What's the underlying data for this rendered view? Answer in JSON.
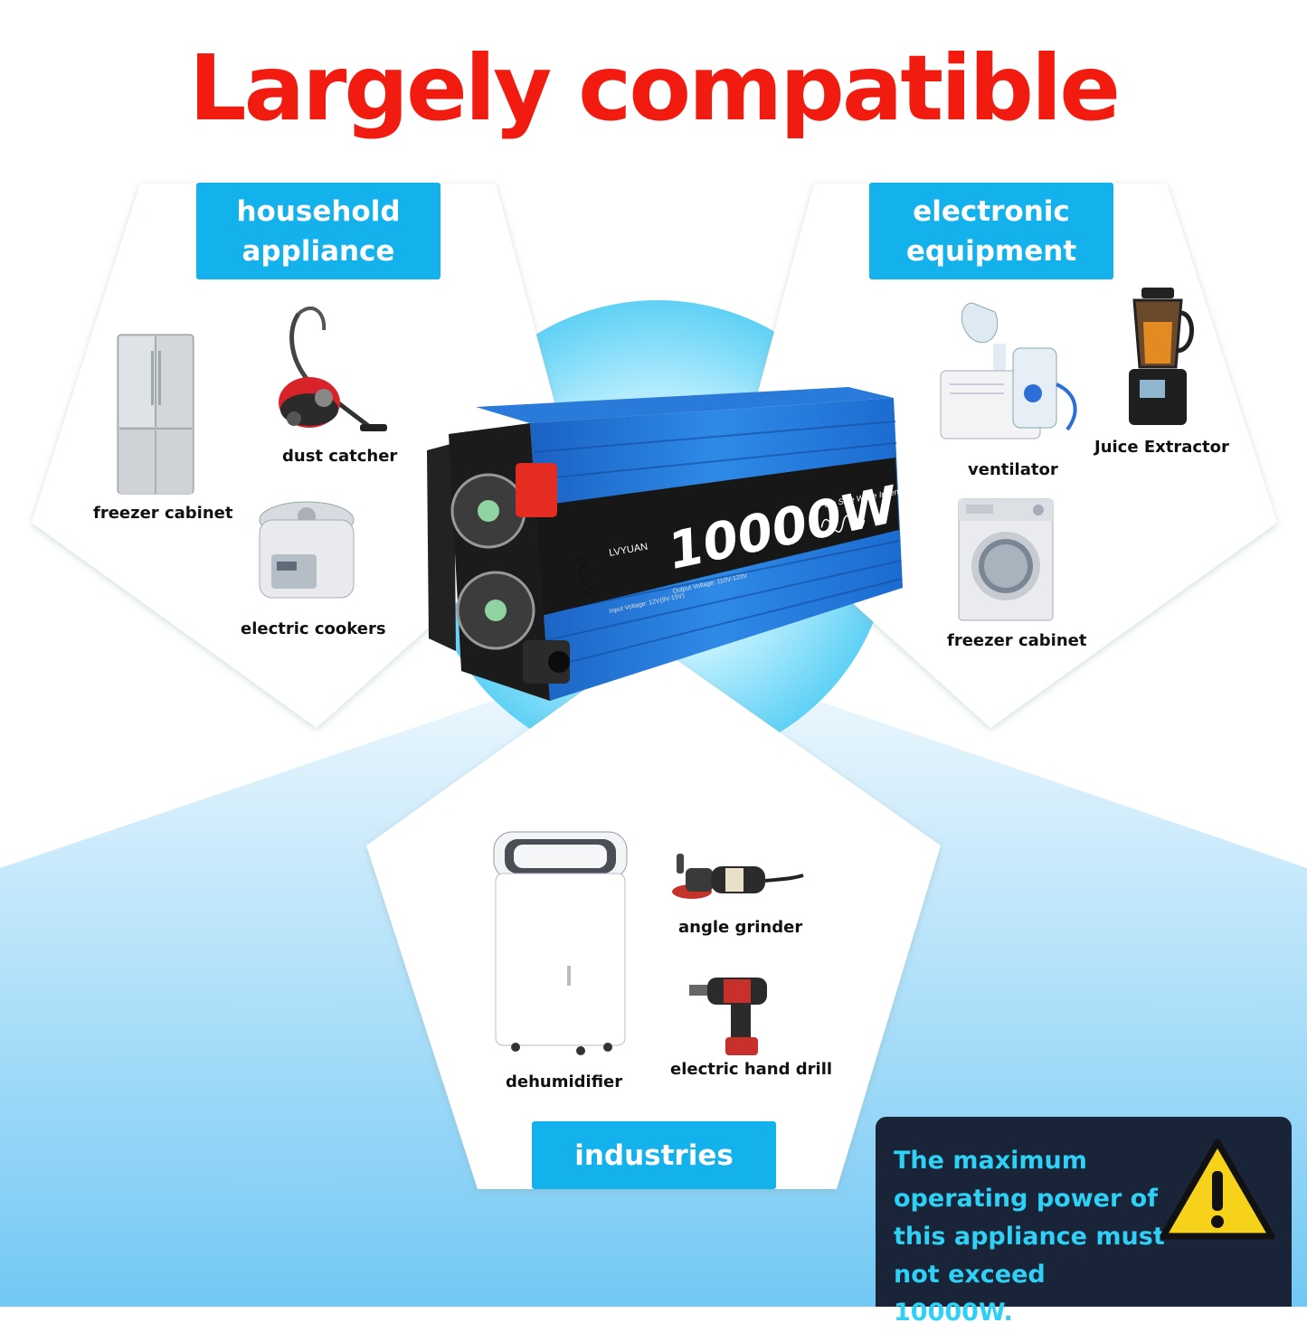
{
  "title": "Largely compatible",
  "categories": {
    "household": {
      "label_line1": "household",
      "label_line2": "appliance",
      "items": [
        "freezer cabinet",
        "dust catcher",
        "electric cookers"
      ]
    },
    "electronic": {
      "label_line1": "electronic",
      "label_line2": "equipment",
      "items": [
        "ventilator",
        "Juice Extractor",
        "freezer cabinet"
      ]
    },
    "industries": {
      "label": "industries",
      "items": [
        "dehumidifier",
        "angle grinder",
        "electric hand drill"
      ]
    }
  },
  "product": {
    "brand": "LVYUAN",
    "power": "10000W",
    "type": "Pure Sine Wave Inverter",
    "dc": "DC12V",
    "input": "Input Voltage: 12V(9V-15V)",
    "output": "Output Voltage: 110V-120V"
  },
  "warning": {
    "text_line1": "The maximum",
    "text_line2": "operating power of",
    "text_line3": "this appliance must",
    "text_line4": "not exceed 10000W.",
    "icon": "warning-triangle-icon"
  },
  "colors": {
    "title": "#f21b0f",
    "label_bg": "#14b2ec",
    "warning_bg": "#1a2438",
    "warning_text": "#2ed0f5",
    "inverter_blue": "#1e6fd0"
  }
}
